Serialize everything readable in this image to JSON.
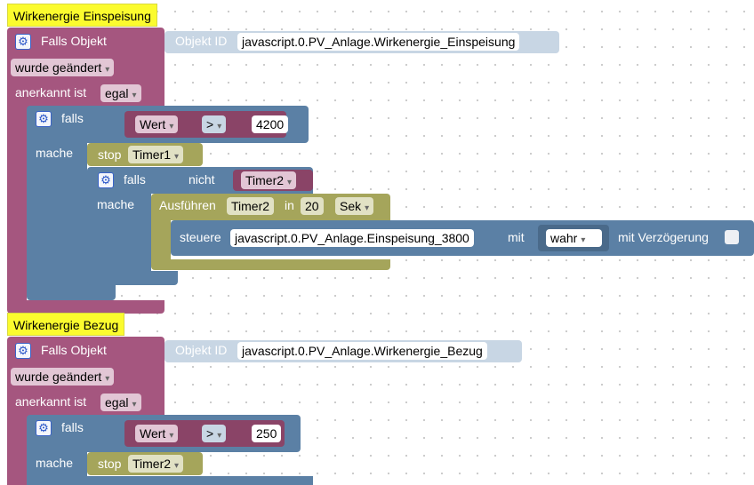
{
  "blocks": [
    {
      "comment": "Wirkenergie Einspeisung",
      "trigger_label": "Falls Objekt",
      "objekt_id_label": "Objekt ID",
      "objekt_id_value": "javascript.0.PV_Anlage.Wirkenergie_Einspeisung",
      "wurde_geaendert": "wurde geändert",
      "anerkannt_label": "anerkannt ist",
      "anerkannt_value": "egal",
      "if_label": "falls",
      "wert_label": "Wert",
      "operator": ">",
      "compare_value": "4200",
      "mache_label": "mache",
      "stop_label": "stop",
      "stop_timer": "Timer1",
      "inner_if_label": "falls",
      "nicht_label": "nicht",
      "inner_timer": "Timer2",
      "inner_mache_label": "mache",
      "ausfuehren_label": "Ausführen",
      "ausfuehren_timer": "Timer2",
      "in_label": "in",
      "delay_value": "20",
      "delay_unit": "Sek",
      "steuere_label": "steuere",
      "steuere_target": "javascript.0.PV_Anlage.Einspeisung_3800",
      "mit_label": "mit",
      "mit_value": "wahr",
      "verzoegerung_label": "mit Verzögerung"
    },
    {
      "comment": "Wirkenergie Bezug",
      "trigger_label": "Falls Objekt",
      "objekt_id_label": "Objekt ID",
      "objekt_id_value": "javascript.0.PV_Anlage.Wirkenergie_Bezug",
      "wurde_geaendert": "wurde geändert",
      "anerkannt_label": "anerkannt ist",
      "anerkannt_value": "egal",
      "if_label": "falls",
      "wert_label": "Wert",
      "operator": ">",
      "compare_value": "250",
      "mache_label": "mache",
      "stop_label": "stop",
      "stop_timer": "Timer2"
    }
  ],
  "colors": {
    "trigger_block": "#a5567f",
    "logic_block": "#5b80a5",
    "timer_block": "#a5a55b",
    "comment_bg": "#fbfb2e",
    "gear_icon": "#2955c8"
  }
}
